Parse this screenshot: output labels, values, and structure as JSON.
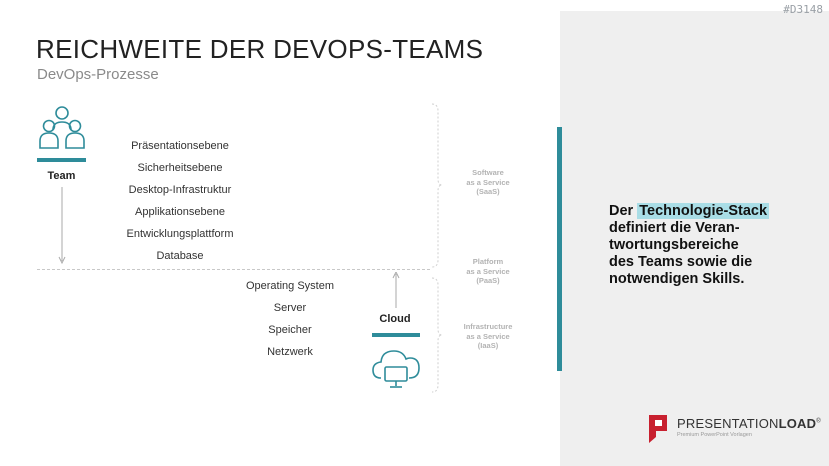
{
  "slide_code": "#D3148",
  "title": "REICHWEITE DER DEVOPS-TEAMS",
  "subtitle": "DevOps-Prozesse",
  "team": {
    "label": "Team",
    "icon": "people-group-icon"
  },
  "cloud": {
    "label": "Cloud",
    "icon": "cloud-computer-icon"
  },
  "stack_upper": [
    "Präsentationsebene",
    "Sicherheitsebene",
    "Desktop-Infrastruktur",
    "Applikationsebene",
    "Entwicklungsplattform",
    "Database"
  ],
  "stack_lower": [
    "Operating System",
    "Server",
    "Speicher",
    "Netzwerk"
  ],
  "services": {
    "saas": [
      "Software",
      "as a Service",
      "(SaaS)"
    ],
    "paas": [
      "Platform",
      "as a Service",
      "(PaaS)"
    ],
    "iaas": [
      "Infrastructure",
      "as a Service",
      "(IaaS)"
    ]
  },
  "callout": {
    "prefix": "Der ",
    "highlight": "Technologie-Stack",
    "lines": [
      "definiert die Veran-",
      "twortungsbereiche",
      "des Teams sowie die",
      "notwendigen Skills."
    ]
  },
  "brand": {
    "name_light": "PRESENTATION",
    "name_bold": "LOAD",
    "reg": "®",
    "tagline": "Premium PowerPoint Vorlagen"
  },
  "colors": {
    "accent": "#2e8c9a",
    "highlight": "#a9dde6",
    "panel": "#efefef",
    "brand_red": "#c8202f"
  }
}
